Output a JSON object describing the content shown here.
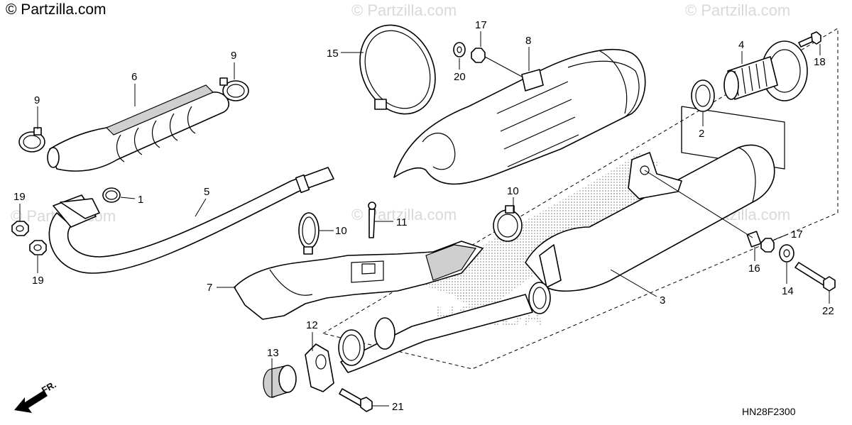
{
  "copyright": "© Partzilla.com",
  "watermark": "© Partzilla.com",
  "diagram_code": "HN28F2300",
  "direction_label": "FR.",
  "brand_logo_text": "HONDA",
  "callouts": [
    {
      "ref": "1"
    },
    {
      "ref": "2"
    },
    {
      "ref": "3"
    },
    {
      "ref": "4"
    },
    {
      "ref": "5"
    },
    {
      "ref": "6"
    },
    {
      "ref": "7"
    },
    {
      "ref": "8"
    },
    {
      "ref": "9"
    },
    {
      "ref": "9"
    },
    {
      "ref": "10"
    },
    {
      "ref": "10"
    },
    {
      "ref": "11"
    },
    {
      "ref": "12"
    },
    {
      "ref": "13"
    },
    {
      "ref": "14"
    },
    {
      "ref": "15"
    },
    {
      "ref": "16"
    },
    {
      "ref": "17"
    },
    {
      "ref": "17"
    },
    {
      "ref": "18"
    },
    {
      "ref": "19"
    },
    {
      "ref": "19"
    },
    {
      "ref": "20"
    },
    {
      "ref": "21"
    },
    {
      "ref": "22"
    }
  ]
}
